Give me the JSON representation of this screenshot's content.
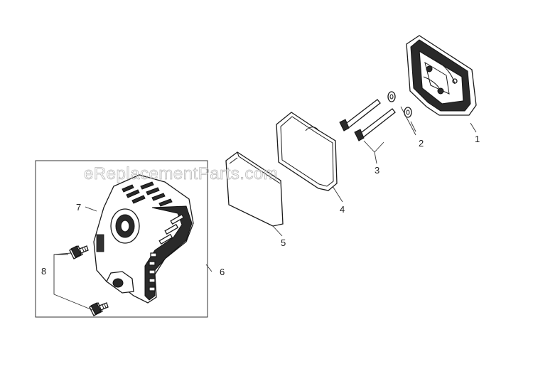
{
  "watermark": "eReplacementParts.com",
  "callouts": [
    {
      "id": "1",
      "text": "1"
    },
    {
      "id": "2",
      "text": "2"
    },
    {
      "id": "3",
      "text": "3"
    },
    {
      "id": "4",
      "text": "4"
    },
    {
      "id": "5",
      "text": "5"
    },
    {
      "id": "6",
      "text": "6"
    },
    {
      "id": "7",
      "text": "7"
    },
    {
      "id": "8",
      "text": "8"
    }
  ],
  "parts": [
    {
      "callout": "1",
      "icon": "air-cleaner-base-icon"
    },
    {
      "callout": "2",
      "icon": "washer-icon"
    },
    {
      "callout": "3",
      "icon": "bolt-icon"
    },
    {
      "callout": "4",
      "icon": "gasket-icon"
    },
    {
      "callout": "5",
      "icon": "air-filter-element-icon"
    },
    {
      "callout": "6",
      "icon": "air-cleaner-cover-assembly-icon"
    },
    {
      "callout": "7",
      "icon": "air-cleaner-cover-icon"
    },
    {
      "callout": "8",
      "icon": "knob-icon"
    }
  ]
}
